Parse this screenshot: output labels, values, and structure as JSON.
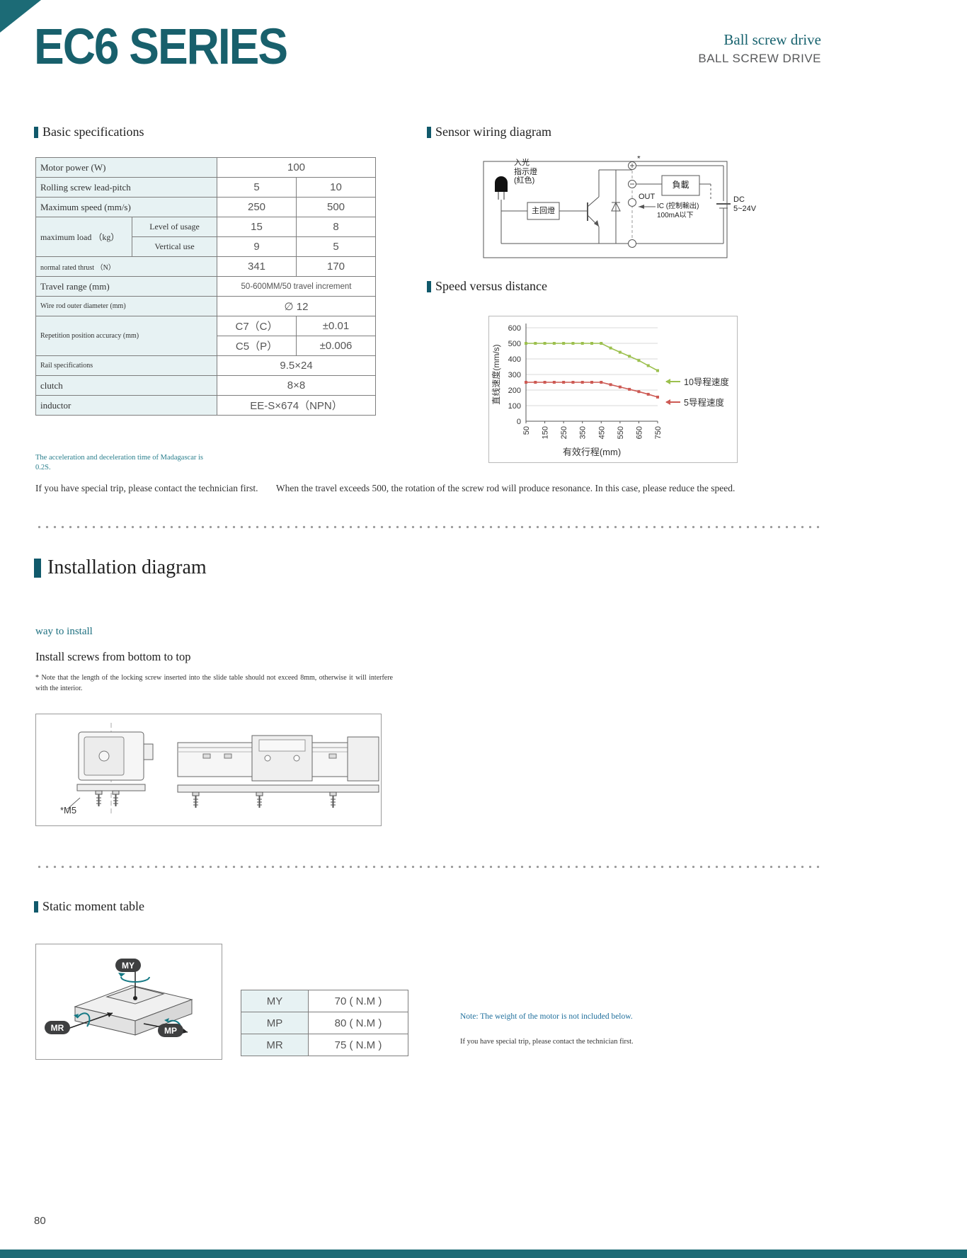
{
  "page": {
    "title": "EC6 SERIES",
    "subtitle_cn": "Ball screw drive",
    "subtitle_en": "BALL SCREW DRIVE",
    "page_number": "80"
  },
  "sections": {
    "basic": "Basic specifications",
    "wiring": "Sensor wiring diagram",
    "speed": "Speed versus distance",
    "installation": "Installation diagram",
    "moment": "Static moment table"
  },
  "spec_table": {
    "motor_power_label": "Motor power (W)",
    "motor_power_value": "100",
    "lead_pitch_label": "Rolling screw lead-pitch",
    "lead_pitch_v1": "5",
    "lead_pitch_v2": "10",
    "max_speed_label": "Maximum speed (mm/s)",
    "max_speed_v1": "250",
    "max_speed_v2": "500",
    "max_load_label": "maximum load （kg）",
    "load_h_label": "Level of usage",
    "load_h_v1": "15",
    "load_h_v2": "8",
    "load_v_label": "Vertical use",
    "load_v_v1": "9",
    "load_v_v2": "5",
    "thrust_label": "normal rated thrust （N）",
    "thrust_v1": "341",
    "thrust_v2": "170",
    "travel_label": "Travel range (mm)",
    "travel_value": "50-600MM/50 travel increment",
    "rod_dia_label": "Wire rod outer diameter (mm)",
    "rod_dia_value": "∅ 12",
    "accuracy_label": "Repetition position accuracy (mm)",
    "accuracy_c7_label": "C7（C）",
    "accuracy_c7_value": "±0.01",
    "accuracy_c5_label": "C5（P）",
    "accuracy_c5_value": "±0.006",
    "rail_label": "Rail specifications",
    "rail_value": "9.5×24",
    "clutch_label": "clutch",
    "clutch_value": "8×8",
    "inductor_label": "inductor",
    "inductor_value": "EE-S×674（NPN）"
  },
  "wiring": {
    "led_line1": "入光",
    "led_line2": "指示燈",
    "led_line3": "(紅色)",
    "star": "*",
    "main_box": "主回燈",
    "load_box": "負載",
    "out": "OUT",
    "ic": "IC (控制輸出)",
    "current": "100mA以下",
    "dc1": "DC",
    "dc2": "5~24V"
  },
  "chart_data": {
    "type": "line",
    "title": "",
    "xlabel": "有效行程(mm)",
    "ylabel": "直线速度(mm/s)",
    "x": [
      50,
      100,
      150,
      200,
      250,
      300,
      350,
      400,
      450,
      500,
      550,
      600,
      650,
      700,
      750
    ],
    "x_ticks": [
      50,
      150,
      250,
      350,
      450,
      550,
      650,
      750
    ],
    "y_ticks": [
      0,
      100,
      200,
      300,
      400,
      500,
      600
    ],
    "ylim": [
      0,
      600
    ],
    "grid": "horizontal",
    "legend_position": "right",
    "series": [
      {
        "name": "10导程速度",
        "color": "#9cc04e",
        "values": [
          500,
          500,
          500,
          500,
          500,
          500,
          500,
          500,
          500,
          470,
          443,
          417,
          390,
          357,
          325
        ]
      },
      {
        "name": "5导程速度",
        "color": "#cd5a54",
        "values": [
          250,
          250,
          250,
          250,
          250,
          250,
          250,
          250,
          250,
          235,
          220,
          205,
          190,
          173,
          155
        ]
      }
    ]
  },
  "notes": {
    "accel": "The acceleration and deceleration time of Madagascar is 0.2S.",
    "trip": "If you have special trip, please contact the technician first.",
    "resonance": "When the travel exceeds 500, the rotation of the screw rod will produce resonance. In this case, please reduce the speed."
  },
  "installation": {
    "way": "way to install",
    "subtitle": "Install screws from bottom to top",
    "note": "* Note that the length of the locking screw inserted into the slide table should not exceed 8mm, otherwise it will interfere with the interior.",
    "m5": "*M5"
  },
  "static_moment": {
    "badge_my": "MY",
    "badge_mr": "MR",
    "badge_mp": "MP",
    "rows": [
      {
        "label": "MY",
        "value": "70 ( N.M )"
      },
      {
        "label": "MP",
        "value": "80 ( N.M )"
      },
      {
        "label": "MR",
        "value": "75 ( N.M )"
      }
    ],
    "note1": "Note: The weight of the motor is not included below.",
    "note2": "If you have special trip, please contact the technician first."
  }
}
